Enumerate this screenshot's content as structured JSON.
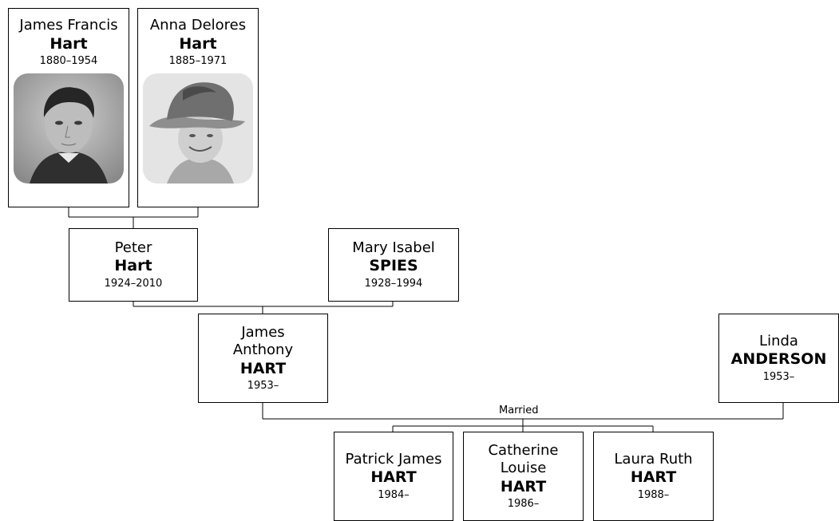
{
  "people": {
    "james_francis": {
      "given": "James Francis",
      "surname": "Hart",
      "years": "1880–1954",
      "photo": "man-portrait"
    },
    "anna_delores": {
      "given": "Anna Delores",
      "surname": "Hart",
      "years": "1885–1971",
      "photo": "woman-with-hat-portrait"
    },
    "peter": {
      "given": "Peter",
      "surname": "Hart",
      "years": "1924–2010"
    },
    "mary_isabel": {
      "given": "Mary Isabel",
      "surname": "SPIES",
      "years": "1928–1994"
    },
    "james_anthony": {
      "given": "James Anthony",
      "surname": "HART",
      "years": "1953–"
    },
    "linda": {
      "given": "Linda",
      "surname": "ANDERSON",
      "years": "1953–"
    },
    "patrick": {
      "given": "Patrick James",
      "surname": "HART",
      "years": "1984–"
    },
    "catherine": {
      "given": "Catherine Louise",
      "surname": "HART",
      "years": "1986–"
    },
    "laura": {
      "given": "Laura Ruth",
      "surname": "HART",
      "years": "1988–"
    }
  },
  "relations": {
    "married_label": "Married"
  }
}
